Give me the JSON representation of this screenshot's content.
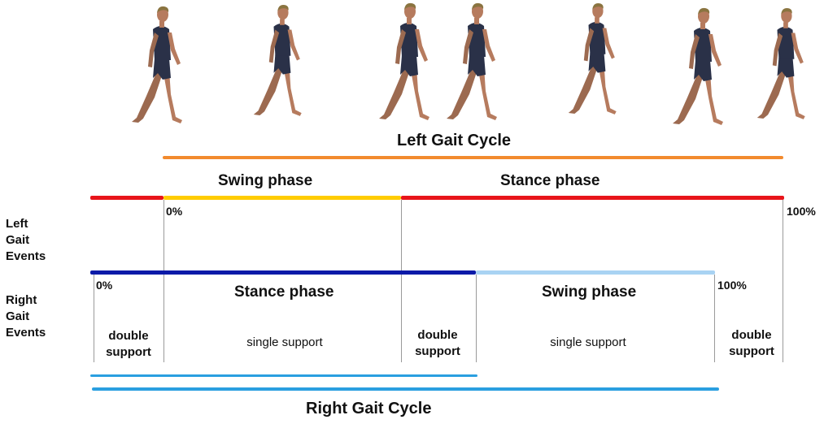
{
  "titles": {
    "left_cycle": "Left Gait Cycle",
    "right_cycle": "Right Gait Cycle"
  },
  "left": {
    "swing_phase": "Swing phase",
    "stance_phase": "Stance phase",
    "pct_start": "0%",
    "pct_end": "100%",
    "side_label": [
      "Left",
      "Gait",
      "Events"
    ]
  },
  "right": {
    "stance_phase": "Stance phase",
    "swing_phase": "Swing phase",
    "pct_start": "0%",
    "pct_end": "100%",
    "side_label": [
      "Right",
      "Gait",
      "Events"
    ],
    "support": {
      "double_1": [
        "double",
        "support"
      ],
      "single_1": "single support",
      "double_2": [
        "double",
        "support"
      ],
      "single_2": "single support",
      "double_3": [
        "double",
        "support"
      ]
    }
  },
  "colors": {
    "left_cycle_bar": "#f28a2e",
    "left_stance_bar": "#e8141a",
    "left_swing_bar": "#ffcc00",
    "right_stance_bar": "#0a1aa8",
    "right_swing_bar": "#a9d3f3",
    "right_cycle_bar": "#2a9fe0",
    "figure_skin": "#b67b5e",
    "figure_suit": "#2a3148",
    "figure_hair": "#8a7440"
  },
  "walking_figures": [
    "walker-pose-1",
    "walker-pose-2",
    "walker-pose-3",
    "walker-pose-4",
    "walker-pose-5",
    "walker-pose-6",
    "walker-pose-7"
  ]
}
